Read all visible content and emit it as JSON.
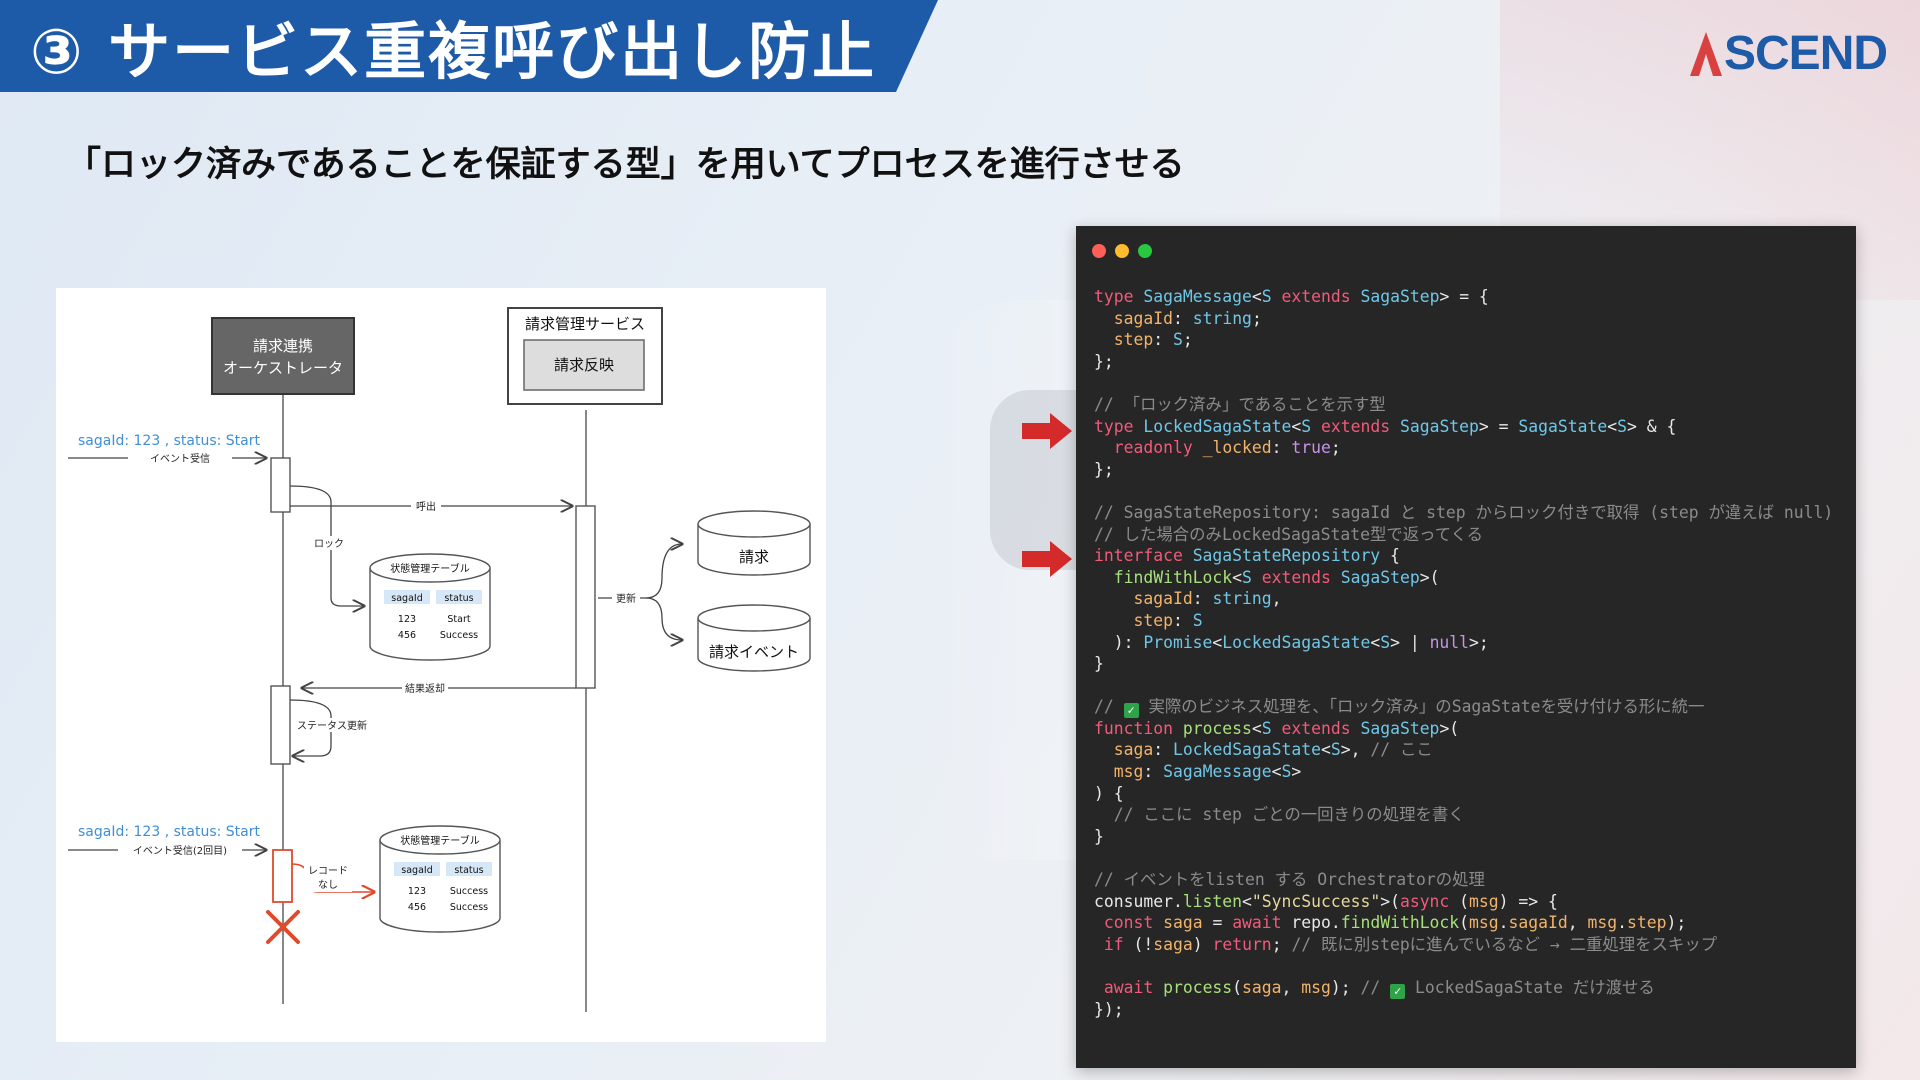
{
  "slide": {
    "title": "③ サービス重複呼び出し防止",
    "subtitle": "「ロック済みであることを保証する型」を用いてプロセスを進行させる",
    "logo": "ASCEND",
    "brand_color": "#1d5aa8",
    "accent_color": "#d94040"
  },
  "diagram": {
    "orchestrator": [
      "請求連携",
      "オーケストレータ"
    ],
    "service": "請求管理サービス",
    "service_inner": "請求反映",
    "event1_label": "sagaId: 123 , status: Start",
    "event1_arrow": "イベント受信",
    "call": "呼出",
    "lock": "ロック",
    "table_title": "状態管理テーブル",
    "table_cols": [
      "sagaId",
      "status"
    ],
    "table1_rows": [
      [
        "123",
        "Start"
      ],
      [
        "456",
        "Success"
      ]
    ],
    "update": "更新",
    "db1": "請求",
    "db2": "請求イベント",
    "result": "結果返却",
    "status_update": "ステータス更新",
    "event2_label": "sagaId: 123 , status: Start",
    "event2_arrow": "イベント受信(2回目)",
    "record": [
      "レコード",
      "なし"
    ],
    "table2_rows": [
      [
        "123",
        "Success"
      ],
      [
        "456",
        "Success"
      ]
    ]
  },
  "code_window": {
    "dot_colors": [
      "#ff5f57",
      "#febc2e",
      "#28c840"
    ],
    "lines": [
      "type SagaMessage<S extends SagaStep> = {",
      "  sagaId: string;",
      "  step: S;",
      "};",
      "",
      "// 「ロック済み」であることを示す型",
      "type LockedSagaState<S extends SagaStep> = SagaState<S> & {",
      "  readonly _locked: true;",
      "};",
      "",
      "// SagaStateRepository: sagaId と step からロック付きで取得 (step が違えば null)",
      "// した場合のみLockedSagaState型で返ってくる",
      "interface SagaStateRepository {",
      "  findWithLock<S extends SagaStep>(",
      "    sagaId: string,",
      "    step: S",
      "  ): Promise<LockedSagaState<S> | null>;",
      "}",
      "",
      "// ✅ 実際のビジネス処理を、「ロック済み」のSagaStateを受け付ける形に統一",
      "function process<S extends SagaStep>(",
      "  saga: LockedSagaState<S>, // ここ",
      "  msg: SagaMessage<S>",
      ") {",
      "  // ここに step ごとの一回きりの処理を書く",
      "}",
      "",
      "// イベントをlisten する Orchestratorの処理",
      "consumer.listen<\"SyncSuccess\">(async (msg) => {",
      " const saga = await repo.findWithLock(msg.sagaId, msg.step);",
      " if (!saga) return; // 既に別stepに進んでいるなど → 二重処理をスキップ",
      "",
      " await process(saga, msg); // ✅ LockedSagaState だけ渡せる",
      "});"
    ]
  }
}
